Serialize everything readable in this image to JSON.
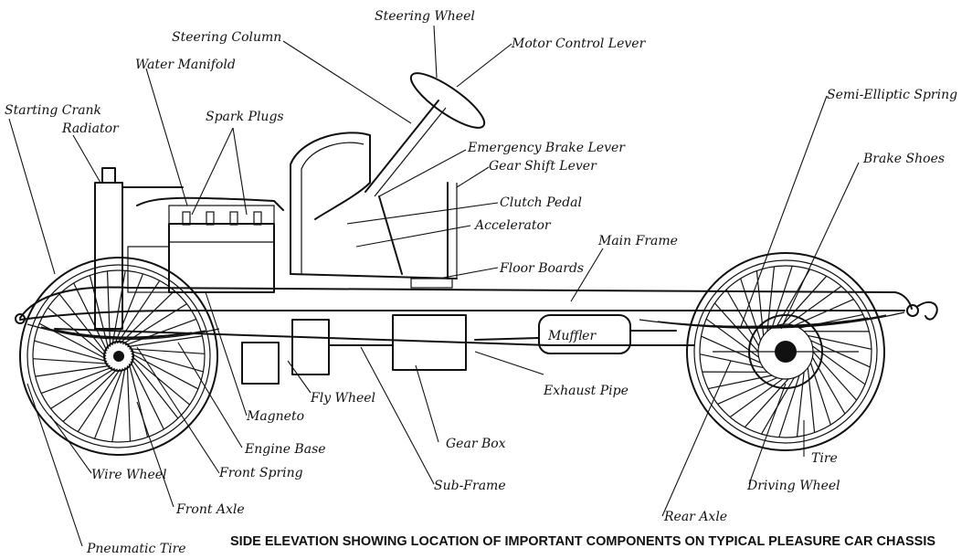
{
  "caption": "SIDE ELEVATION SHOWING LOCATION OF IMPORTANT COMPONENTS ON TYPICAL PLEASURE CAR CHASSIS",
  "labels": {
    "steering_wheel": "Steering Wheel",
    "steering_column": "Steering Column",
    "motor_control_lever": "Motor Control Lever",
    "water_manifold": "Water Manifold",
    "starting_crank": "Starting Crank",
    "radiator": "Radiator",
    "spark_plugs": "Spark Plugs",
    "semi_elliptic_spring": "Semi-Elliptic Spring",
    "emergency_brake_lever": "Emergency Brake Lever",
    "gear_shift_lever": "Gear Shift Lever",
    "brake_shoes": "Brake Shoes",
    "clutch_pedal": "Clutch Pedal",
    "accelerator": "Accelerator",
    "main_frame": "Main Frame",
    "floor_boards": "Floor Boards",
    "muffler": "Muffler",
    "exhaust_pipe": "Exhaust Pipe",
    "fly_wheel": "Fly Wheel",
    "magneto": "Magneto",
    "gear_box": "Gear Box",
    "engine_base": "Engine Base",
    "tire": "Tire",
    "wire_wheel": "Wire Wheel",
    "front_spring": "Front Spring",
    "sub_frame": "Sub-Frame",
    "driving_wheel": "Driving Wheel",
    "front_axle": "Front Axle",
    "rear_axle": "Rear Axle",
    "pneumatic_tire": "Pneumatic Tire"
  }
}
